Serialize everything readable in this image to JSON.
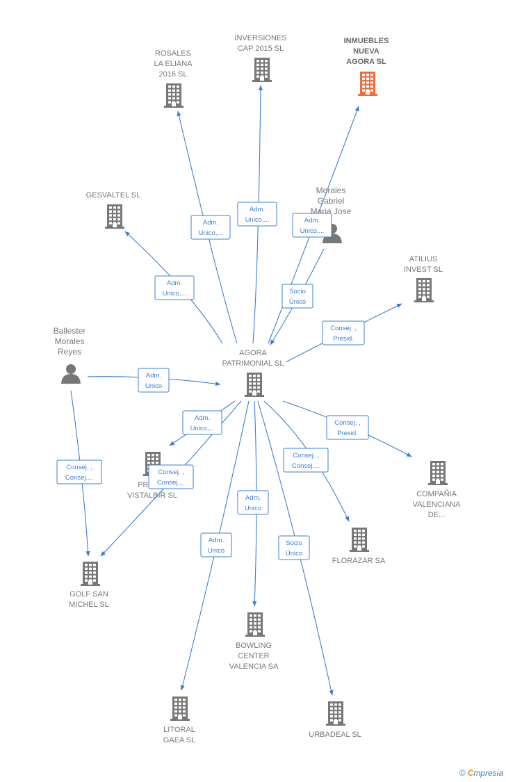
{
  "colors": {
    "edge": "#3b7fd1",
    "building": "#777777",
    "highlight": "#f26b3a",
    "person": "#777777"
  },
  "nodes": [
    {
      "id": "agora",
      "type": "company",
      "label": [
        "AGORA",
        "PATRIMONIAL SL"
      ]
    },
    {
      "id": "rosales",
      "type": "company",
      "label": [
        "ROSALES",
        "LA ELIANA",
        "2016  SL"
      ]
    },
    {
      "id": "inversiones",
      "type": "company",
      "label": [
        "INVERSIONES",
        "CAP 2015  SL"
      ]
    },
    {
      "id": "inmuebles",
      "type": "company",
      "highlight": true,
      "label": [
        "INMUEBLES",
        "NUEVA",
        "AGORA  SL"
      ]
    },
    {
      "id": "gesvaltel",
      "type": "company",
      "label": [
        "GESVALTEL  SL"
      ]
    },
    {
      "id": "morales",
      "type": "person",
      "label": [
        "Morales",
        "Gabriel",
        "Maria Jose"
      ]
    },
    {
      "id": "atilius",
      "type": "company",
      "label": [
        "ATILIUS",
        "INVEST  SL"
      ]
    },
    {
      "id": "ballester",
      "type": "person",
      "label": [
        "Ballester",
        "Morales",
        "Reyes"
      ]
    },
    {
      "id": "promo",
      "type": "company",
      "label": [
        "PROMO",
        "VISTALBIR  SL"
      ]
    },
    {
      "id": "compania",
      "type": "company",
      "label": [
        "COMPAÑIA",
        "VALENCIANA",
        "DE..."
      ]
    },
    {
      "id": "golf",
      "type": "company",
      "label": [
        "GOLF SAN",
        "MICHEL SL"
      ]
    },
    {
      "id": "florazar",
      "type": "company",
      "label": [
        "FLORAZAR SA"
      ]
    },
    {
      "id": "bowling",
      "type": "company",
      "label": [
        "BOWLING",
        "CENTER",
        "VALENCIA SA"
      ]
    },
    {
      "id": "litoral",
      "type": "company",
      "label": [
        "LITORAL",
        "GAEA SL"
      ]
    },
    {
      "id": "urbadeal",
      "type": "company",
      "label": [
        "URBADEAL SL"
      ]
    }
  ],
  "edges": [
    {
      "from": "agora",
      "to": "rosales",
      "label": [
        "Adm.",
        "Unico,..."
      ]
    },
    {
      "from": "agora",
      "to": "inversiones",
      "label": [
        "Adm.",
        "Unico,..."
      ]
    },
    {
      "from": "agora",
      "to": "inmuebles",
      "label": [
        "Adm.",
        "Unico,..."
      ]
    },
    {
      "from": "agora",
      "to": "gesvaltel",
      "label": [
        "Adm.",
        "Unico,..."
      ]
    },
    {
      "from": "morales",
      "to": "agora",
      "label": [
        "Socio",
        "Único"
      ]
    },
    {
      "from": "agora",
      "to": "atilius",
      "label": [
        "Consej. ,",
        "Presid."
      ]
    },
    {
      "from": "ballester",
      "to": "agora",
      "label": [
        "Adm.",
        "Unico"
      ]
    },
    {
      "from": "agora",
      "to": "promo",
      "label": [
        "Adm.",
        "Unico,..."
      ]
    },
    {
      "from": "agora",
      "to": "compania",
      "label": [
        "Consej. ,",
        "Presid."
      ]
    },
    {
      "from": "ballester",
      "to": "golf",
      "label": [
        "Consej. ,",
        "Consej...."
      ]
    },
    {
      "from": "agora",
      "to": "golf",
      "label": [
        "Consej. ,",
        "Consej...."
      ]
    },
    {
      "from": "agora",
      "to": "florazar",
      "label": [
        "Consej. ,",
        "Consej...."
      ]
    },
    {
      "from": "agora",
      "to": "bowling",
      "label": [
        "Adm.",
        "Unico"
      ]
    },
    {
      "from": "agora",
      "to": "litoral",
      "label": [
        "Adm.",
        "Unico"
      ]
    },
    {
      "from": "agora",
      "to": "urbadeal",
      "label": [
        "Socio",
        "Único"
      ]
    }
  ],
  "footer": {
    "copyright": "©",
    "brand_first": "C",
    "brand_rest": "mpresia"
  }
}
